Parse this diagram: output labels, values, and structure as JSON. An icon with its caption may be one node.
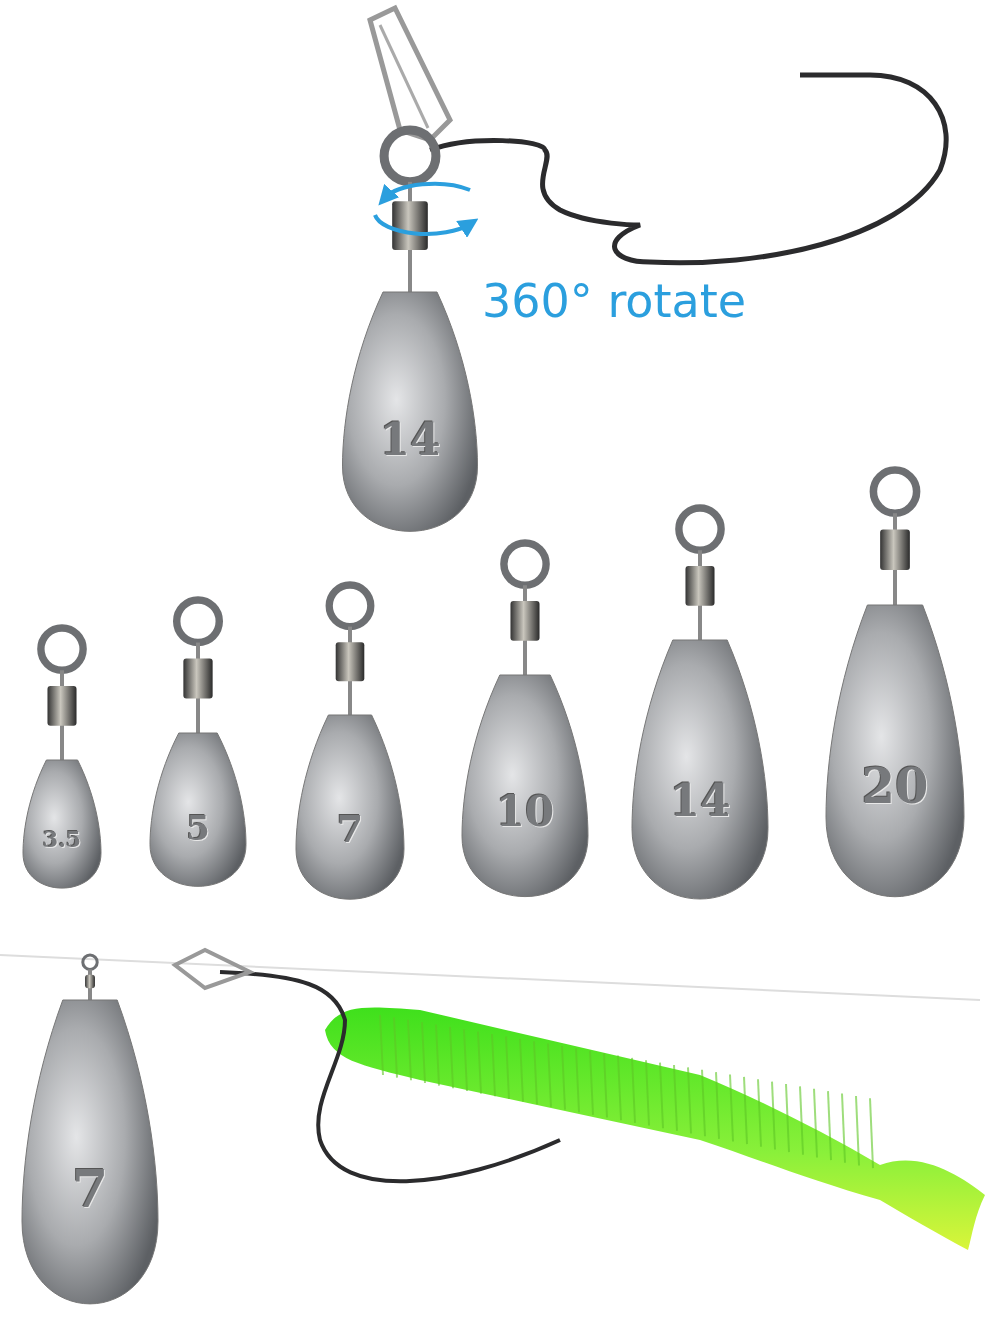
{
  "diagram": {
    "labels": [
      "360° rotate",
      "14",
      "3.5",
      "5",
      "7",
      "10",
      "14",
      "20",
      "7"
    ]
  }
}
